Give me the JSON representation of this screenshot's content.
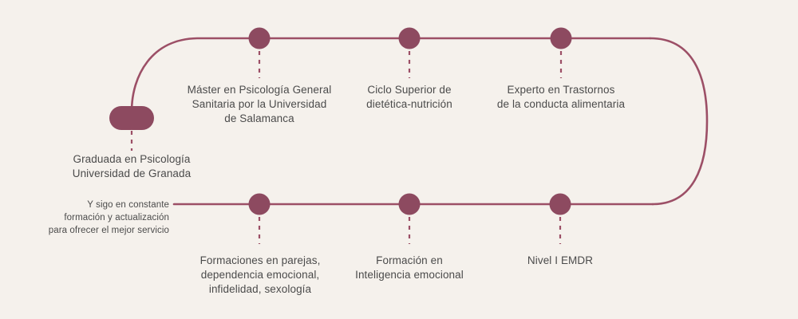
{
  "theme": {
    "background_color": "#f5f1ec",
    "accent_color": "#8d4a60",
    "line_color": "#9c4f66",
    "text_color": "#4b4b4b"
  },
  "timeline": {
    "start_marker": {
      "shape": "pill",
      "label": "Graduada en Psicología\nUniversidad de Granada"
    },
    "top_row": [
      {
        "label": "Máster en Psicología General\nSanitaria por la Universidad\nde Salamanca"
      },
      {
        "label": "Ciclo Superior de\ndietética-nutrición"
      },
      {
        "label": "Experto en Trastornos\nde la conducta alimentaria"
      }
    ],
    "bottom_row": [
      {
        "label": "Formaciones en parejas,\ndependencia emocional,\ninfidelidad, sexología"
      },
      {
        "label": "Formación en\nInteligencia emocional"
      },
      {
        "label": "Nivel I EMDR"
      }
    ],
    "closing_note": {
      "label": "Y sigo en constante\nformación y actualización\npara ofrecer el mejor servicio"
    }
  }
}
